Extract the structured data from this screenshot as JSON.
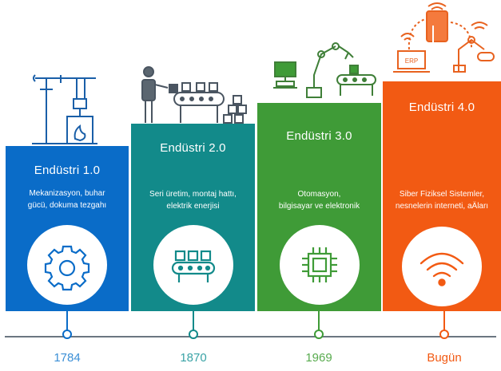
{
  "eras": [
    {
      "title": "Endüstri 1.0",
      "desc_line1": "Mekanizasyon, buhar",
      "desc_line2": "gücü, dokuma tezgahı",
      "year": "1784",
      "color": "#0a6cc8",
      "year_color": "#3b8fd6",
      "icon": "gear-icon"
    },
    {
      "title": "Endüstri 2.0",
      "desc_line1": "Seri üretim, montaj hattı,",
      "desc_line2": "elektrik enerjisi",
      "year": "1870",
      "color": "#128a8a",
      "year_color": "#3aa3a6",
      "icon": "conveyor-belt-icon"
    },
    {
      "title": "Endüstri 3.0",
      "desc_line1": "Otomasyon,",
      "desc_line2": "bilgisayar ve elektronik",
      "year": "1969",
      "color": "#3f9b37",
      "year_color": "#58ab4e",
      "icon": "microchip-icon"
    },
    {
      "title": "Endüstri 4.0",
      "desc_line1": "Siber Fiziksel Sistemler,",
      "desc_line2": "nesnelerin interneti, aÄları",
      "year": "Bugün",
      "color": "#f25a13",
      "year_color": "#f25a13",
      "icon": "wifi-icon"
    }
  ],
  "illustrations": {
    "erp_label": "ERP"
  }
}
